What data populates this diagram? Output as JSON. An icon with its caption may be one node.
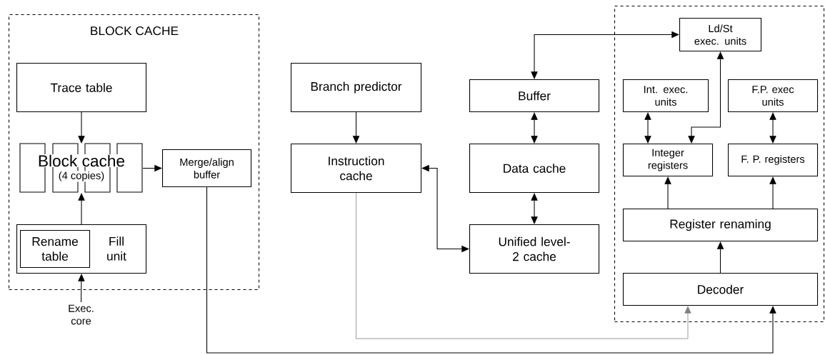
{
  "diagram": {
    "nodes": [
      {
        "text": [
          "BLOCK CACHE"
        ]
      },
      {
        "text": [
          "Trace table"
        ],
        "in": 0
      },
      {
        "text": [
          "Block cache",
          "(4 copies)"
        ],
        "in": 0
      },
      {
        "text": [
          "Merge/align buffer"
        ],
        "in": 0
      },
      {
        "text": [
          "Fill unit"
        ],
        "in": 0
      },
      {
        "text": [
          "Rename table"
        ],
        "in": 4
      },
      {
        "text": [
          "Exec. core"
        ]
      },
      {
        "text": [
          "Branch predictor"
        ]
      },
      {
        "text": [
          "Instruction cache"
        ]
      },
      {
        "text": [
          "Buffer"
        ]
      },
      {
        "text": [
          "Data cache"
        ]
      },
      {
        "text": [
          "Unified level-2 cache"
        ]
      },
      {
        "text": [],
        "shape": "box"
      },
      {
        "text": [
          "Ld/St exec. units"
        ],
        "in": 12
      },
      {
        "text": [
          "Int. exec. units"
        ],
        "in": 12
      },
      {
        "text": [
          "F.P. exec units"
        ],
        "in": 12
      },
      {
        "text": [
          "Integer registers"
        ],
        "in": 12
      },
      {
        "text": [
          "F. P. registers"
        ],
        "in": 12
      },
      {
        "text": [
          "Register renaming"
        ],
        "in": 12
      },
      {
        "text": [
          "Decoder"
        ],
        "in": 12
      }
    ],
    "edges": [
      {
        "from": 1,
        "to": 2,
        "arrow": "to"
      },
      {
        "from": 4,
        "to": 2,
        "arrow": "to"
      },
      {
        "from": 6,
        "to": 4,
        "arrow": "to"
      },
      {
        "from": 2,
        "to": 3,
        "arrow": "to"
      },
      {
        "from": 7,
        "to": 8,
        "arrow": "to"
      },
      {
        "from": 8,
        "to": 11,
        "arrow": "both"
      },
      {
        "from": 9,
        "to": 10,
        "arrow": "both"
      },
      {
        "from": 10,
        "to": 11,
        "arrow": "both"
      },
      {
        "from": 9,
        "to": 13,
        "arrow": "both"
      },
      {
        "from": 13,
        "to": 16,
        "arrow": "both"
      },
      {
        "from": 14,
        "to": 16,
        "arrow": "both"
      },
      {
        "from": 15,
        "to": 17,
        "arrow": "both"
      },
      {
        "from": 18,
        "to": 16,
        "arrow": "to"
      },
      {
        "from": 18,
        "to": 17,
        "arrow": "to"
      },
      {
        "from": 19,
        "to": 18,
        "arrow": "to"
      },
      {
        "from": 8,
        "to": 19,
        "arrow": "to",
        "color": "#808080"
      },
      {
        "from": 3,
        "to": 19,
        "arrow": "to"
      }
    ]
  }
}
